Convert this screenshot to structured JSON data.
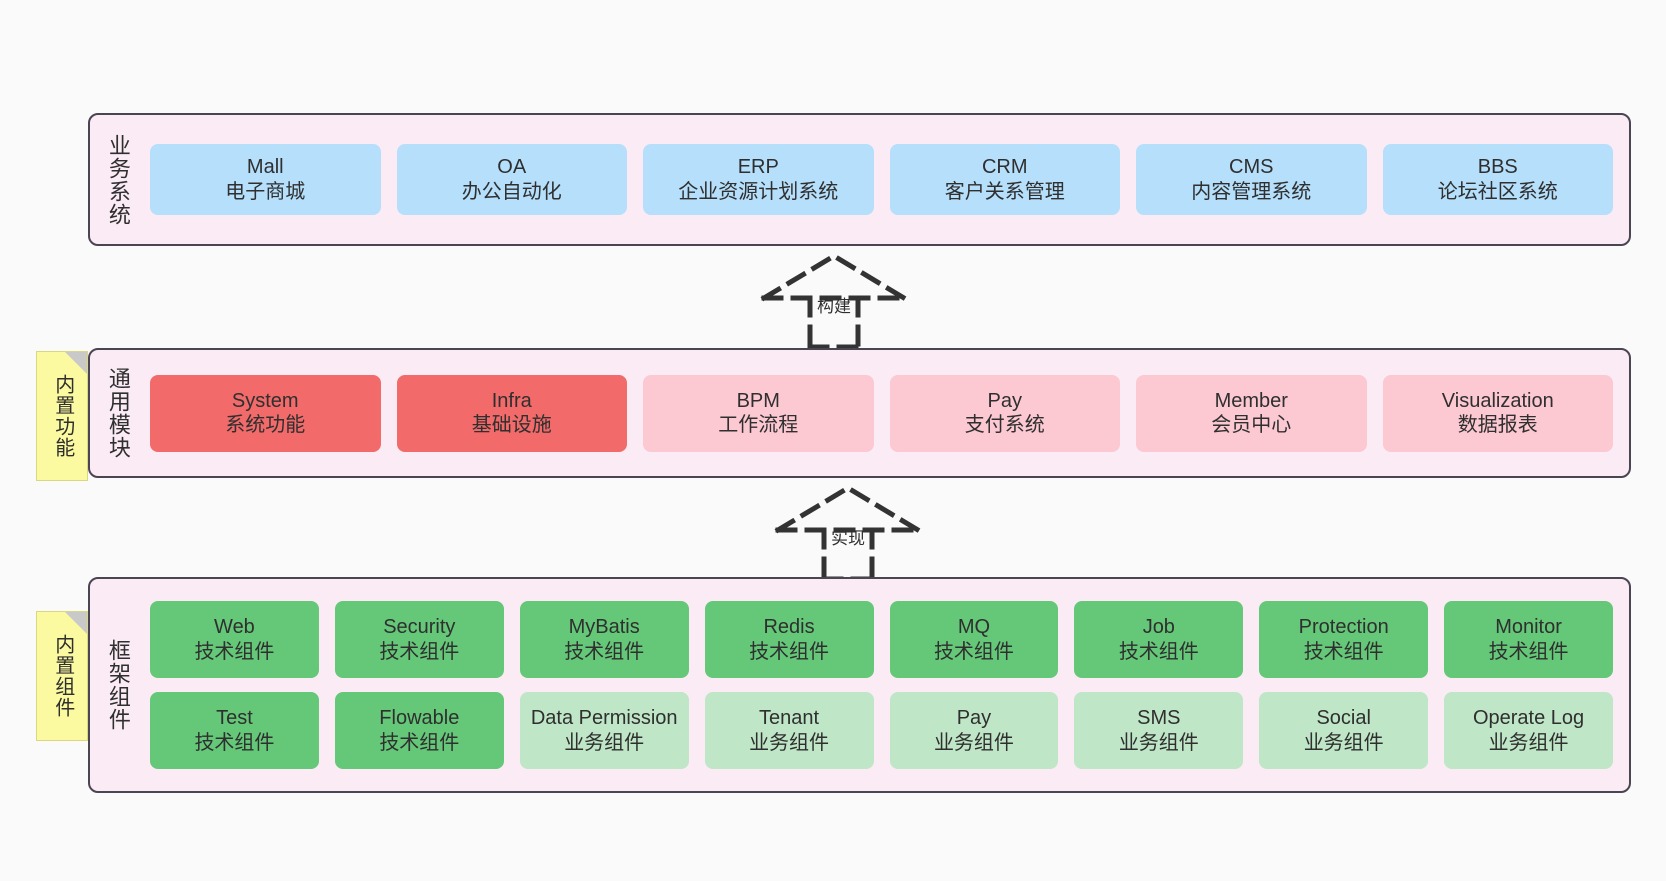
{
  "diagram": {
    "background": "#fafafa",
    "layer_fill": "#faebf4",
    "layer_border": "#4a4453",
    "note_fill": "#fcfaa0"
  },
  "layers": [
    {
      "id": "business",
      "title": "业务系统",
      "rows": [
        {
          "cells": [
            {
              "en": "Mall",
              "cn": "电子商城",
              "color": "#b5dffb",
              "variant": "c-blue"
            },
            {
              "en": "OA",
              "cn": "办公自动化",
              "color": "#b5dffb",
              "variant": "c-blue"
            },
            {
              "en": "ERP",
              "cn": "企业资源计划系统",
              "color": "#b5dffb",
              "variant": "c-blue"
            },
            {
              "en": "CRM",
              "cn": "客户关系管理",
              "color": "#b5dffb",
              "variant": "c-blue"
            },
            {
              "en": "CMS",
              "cn": "内容管理系统",
              "color": "#b5dffb",
              "variant": "c-blue"
            },
            {
              "en": "BBS",
              "cn": "论坛社区系统",
              "color": "#b5dffb",
              "variant": "c-blue"
            }
          ]
        }
      ]
    },
    {
      "id": "modules",
      "title": "通用模块",
      "note": "内置功能",
      "rows": [
        {
          "cells": [
            {
              "en": "System",
              "cn": "系统功能",
              "color": "#f26a6a",
              "variant": "c-red"
            },
            {
              "en": "Infra",
              "cn": "基础设施",
              "color": "#f26a6a",
              "variant": "c-red"
            },
            {
              "en": "BPM",
              "cn": "工作流程",
              "color": "#fcc8d2",
              "variant": "c-pink"
            },
            {
              "en": "Pay",
              "cn": "支付系统",
              "color": "#fcc8d2",
              "variant": "c-pink"
            },
            {
              "en": "Member",
              "cn": "会员中心",
              "color": "#fcc8d2",
              "variant": "c-pink"
            },
            {
              "en": "Visualization",
              "cn": "数据报表",
              "color": "#fcc8d2",
              "variant": "c-pink"
            }
          ]
        }
      ]
    },
    {
      "id": "framework",
      "title": "框架组件",
      "note": "内置组件",
      "rows": [
        {
          "cells": [
            {
              "en": "Web",
              "cn": "技术组件",
              "color": "#64c878",
              "variant": "c-green"
            },
            {
              "en": "Security",
              "cn": "技术组件",
              "color": "#64c878",
              "variant": "c-green"
            },
            {
              "en": "MyBatis",
              "cn": "技术组件",
              "color": "#64c878",
              "variant": "c-green"
            },
            {
              "en": "Redis",
              "cn": "技术组件",
              "color": "#64c878",
              "variant": "c-green"
            },
            {
              "en": "MQ",
              "cn": "技术组件",
              "color": "#64c878",
              "variant": "c-green"
            },
            {
              "en": "Job",
              "cn": "技术组件",
              "color": "#64c878",
              "variant": "c-green"
            },
            {
              "en": "Protection",
              "cn": "技术组件",
              "color": "#64c878",
              "variant": "c-green"
            },
            {
              "en": "Monitor",
              "cn": "技术组件",
              "color": "#64c878",
              "variant": "c-green"
            }
          ]
        },
        {
          "cells": [
            {
              "en": "Test",
              "cn": "技术组件",
              "color": "#64c878",
              "variant": "c-green"
            },
            {
              "en": "Flowable",
              "cn": "技术组件",
              "color": "#64c878",
              "variant": "c-green"
            },
            {
              "en": "Data Permission",
              "cn": "业务组件",
              "color": "#bfe6c7",
              "variant": "c-lightgreen"
            },
            {
              "en": "Tenant",
              "cn": "业务组件",
              "color": "#bfe6c7",
              "variant": "c-lightgreen"
            },
            {
              "en": "Pay",
              "cn": "业务组件",
              "color": "#bfe6c7",
              "variant": "c-lightgreen"
            },
            {
              "en": "SMS",
              "cn": "业务组件",
              "color": "#bfe6c7",
              "variant": "c-lightgreen"
            },
            {
              "en": "Social",
              "cn": "业务组件",
              "color": "#bfe6c7",
              "variant": "c-lightgreen"
            },
            {
              "en": "Operate Log",
              "cn": "业务组件",
              "color": "#bfe6c7",
              "variant": "c-lightgreen"
            }
          ]
        }
      ]
    }
  ],
  "connectors": [
    {
      "id": "build",
      "label": "构建",
      "style": "dashed-hollow-triangle-arrow",
      "direction": "up"
    },
    {
      "id": "implement",
      "label": "实现",
      "style": "dashed-hollow-triangle-arrow",
      "direction": "up"
    }
  ],
  "notes": [
    {
      "id": "functions",
      "label": "内置功能"
    },
    {
      "id": "components",
      "label": "内置组件"
    }
  ]
}
